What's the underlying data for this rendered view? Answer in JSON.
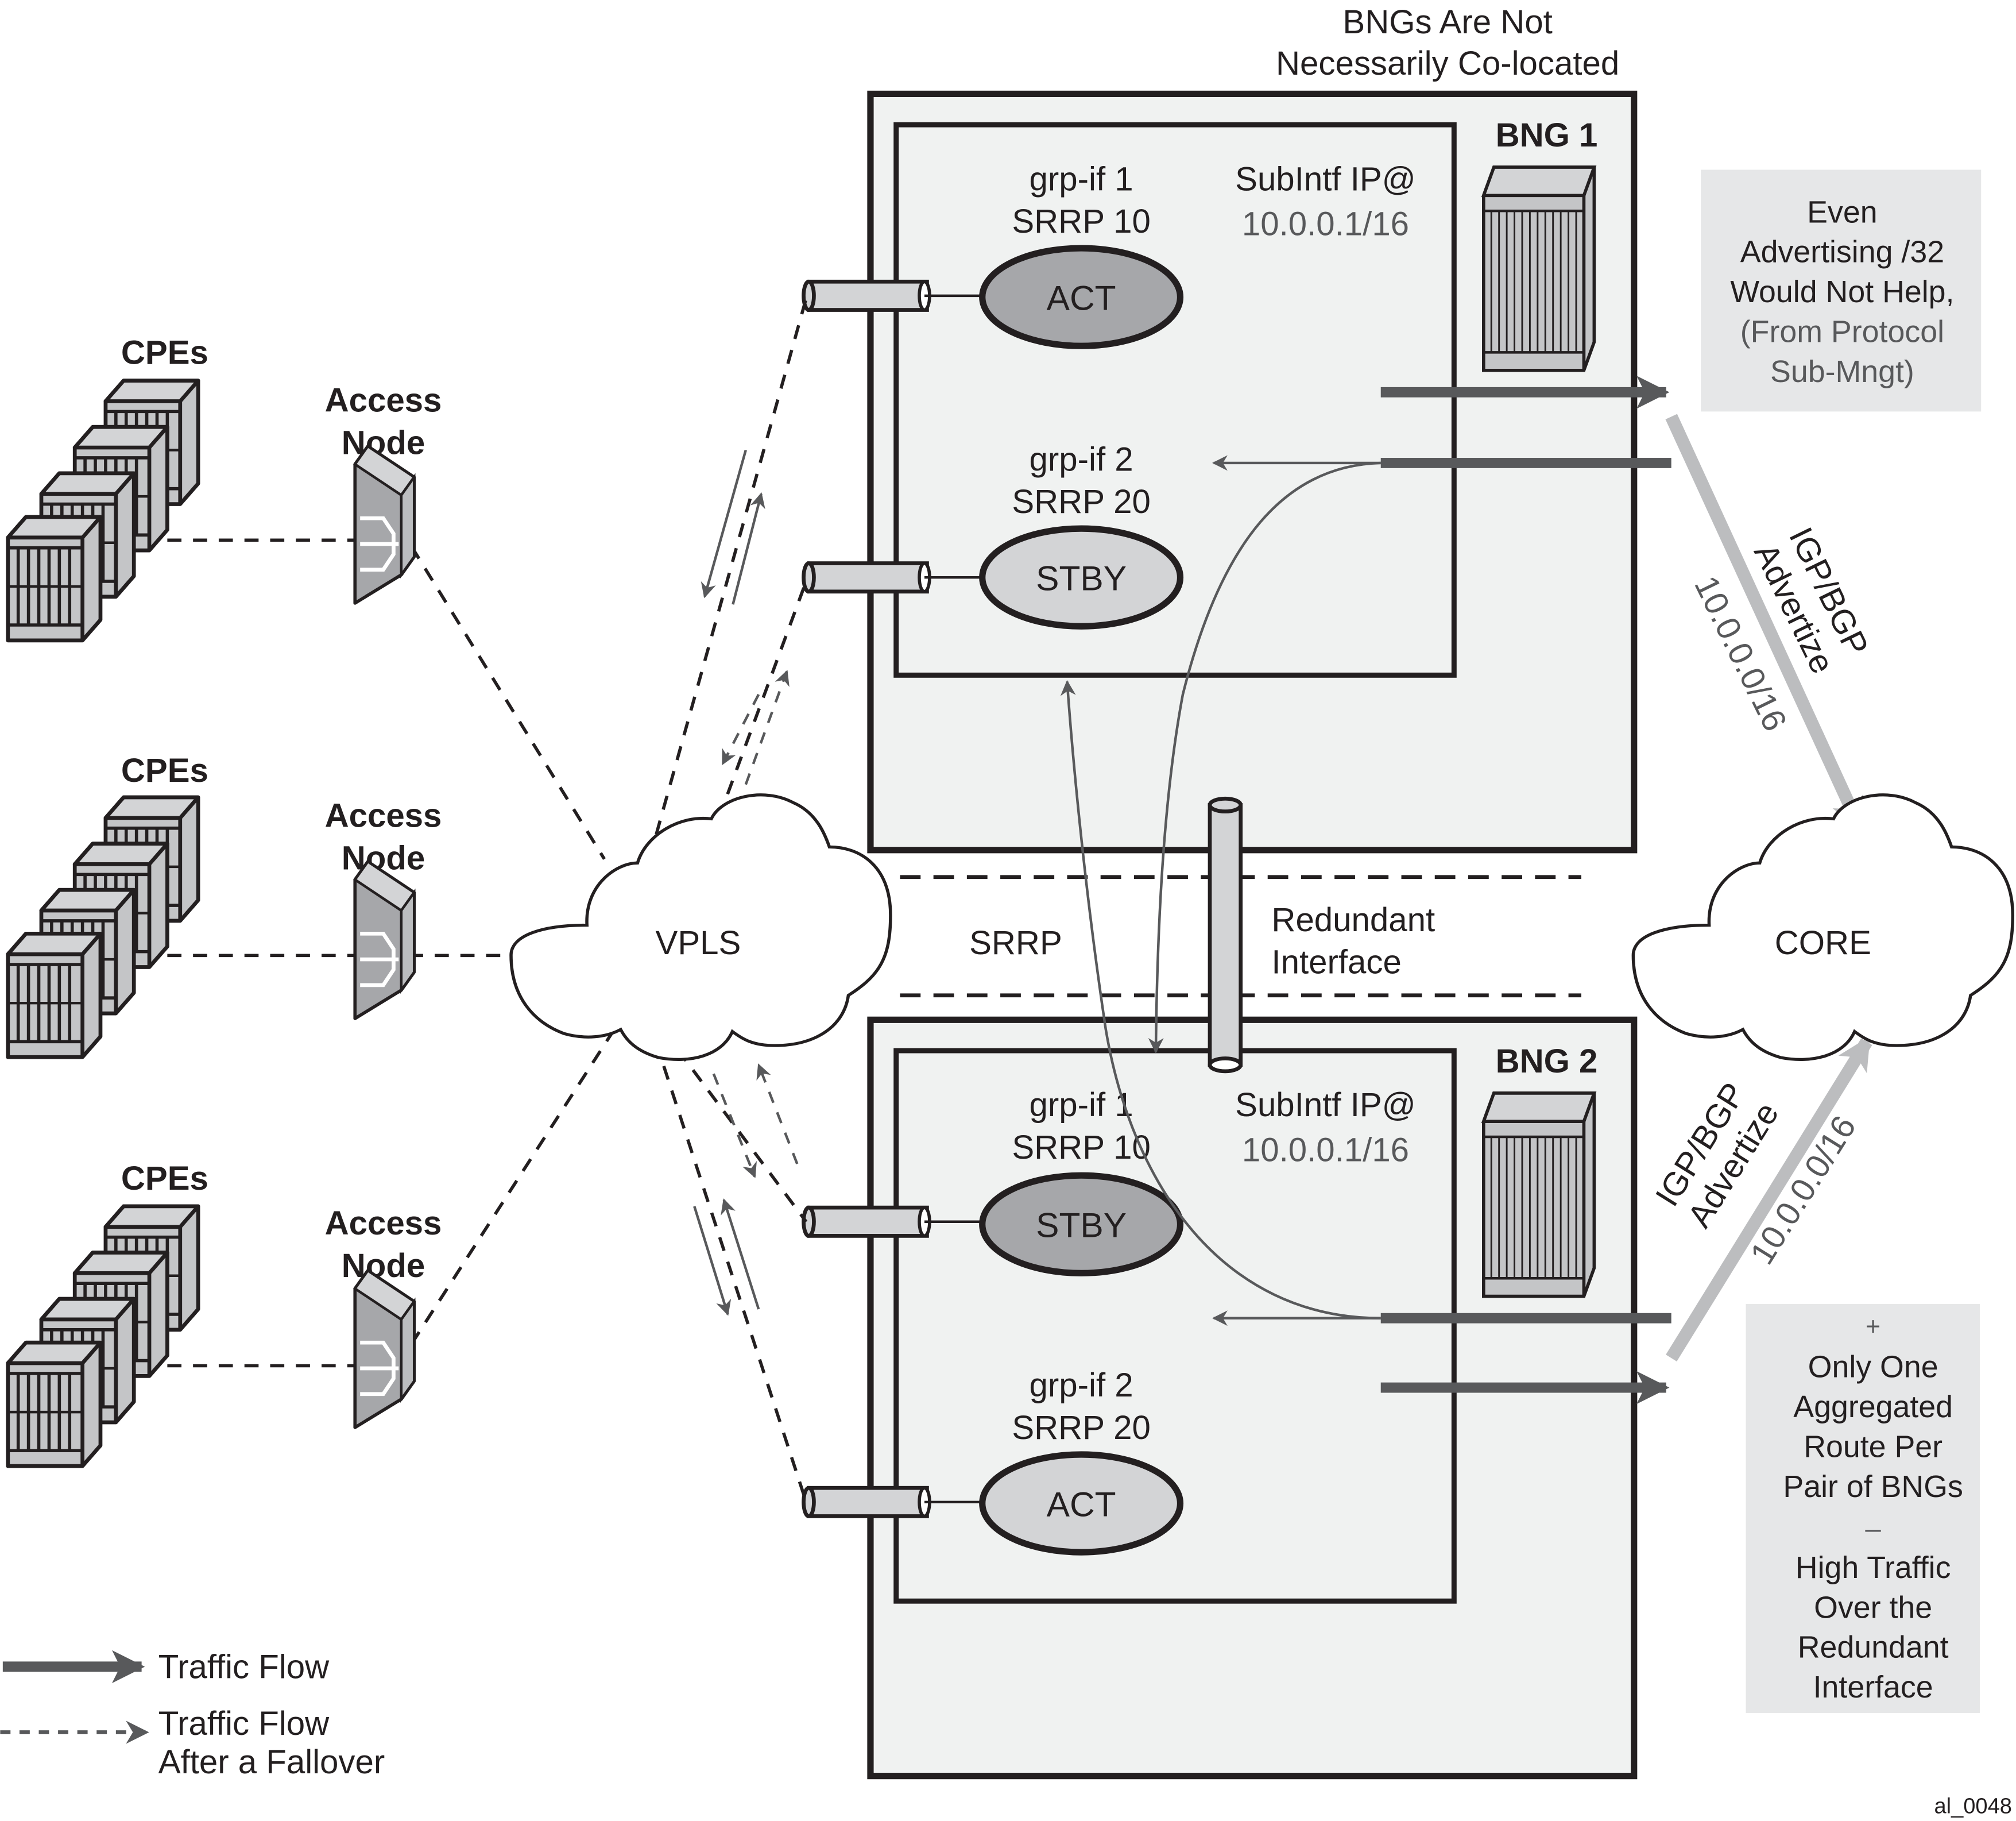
{
  "title_note": [
    "BNGs Are Not",
    "Necessarily Co-located"
  ],
  "figure_id": "al_0048",
  "colors": {
    "outline": "#231f20",
    "box_fill": "#f0f2f1",
    "device_fill": "#c4c5c7",
    "device_light": "#d3d4d6",
    "act_fill": "#a6a7aa",
    "stby_fill": "#d3d4d6",
    "traffic_arrow": "#58595b",
    "advertise_arrow": "#bcbdbf",
    "note_fill": "#e6e7e8",
    "gray_text": "#58595b"
  },
  "cpe_groups": [
    {
      "label": "CPEs",
      "access_node_label": [
        "Access",
        "Node"
      ]
    },
    {
      "label": "CPEs",
      "access_node_label": [
        "Access",
        "Node"
      ]
    },
    {
      "label": "CPEs",
      "access_node_label": [
        "Access",
        "Node"
      ]
    }
  ],
  "vpls": {
    "label": "VPLS"
  },
  "core": {
    "label": "CORE"
  },
  "srrp_label": "SRRP",
  "redundant_interface": [
    "Redundant",
    "Interface"
  ],
  "bng1": {
    "name": "BNG 1",
    "subintf_label": "SubIntf IP@",
    "subintf_ip": "10.0.0.1/16",
    "grp_if_1": {
      "name": "grp-if 1",
      "srrp": "SRRP 10",
      "state": "ACT"
    },
    "grp_if_2": {
      "name": "grp-if 2",
      "srrp": "SRRP 20",
      "state": "STBY"
    }
  },
  "bng2": {
    "name": "BNG 2",
    "subintf_label": "SubIntf IP@",
    "subintf_ip": "10.0.0.1/16",
    "grp_if_1": {
      "name": "grp-if 1",
      "srrp": "SRRP 10",
      "state": "STBY"
    },
    "grp_if_2": {
      "name": "grp-if 2",
      "srrp": "SRRP 20",
      "state": "ACT"
    }
  },
  "advertise_top": {
    "line1": "IGP/BGP",
    "line2": "Advertize",
    "prefix": "10.0.0.0/16"
  },
  "advertise_bottom": {
    "line1": "IGP/BGP",
    "line2": "Advertize",
    "prefix": "10.0.0.0/16"
  },
  "note_top": {
    "lines_dark": [
      "Even",
      "Advertising /32",
      "Would Not Help,"
    ],
    "lines_gray": [
      "(From Protocol",
      "Sub-Mngt)"
    ]
  },
  "note_bottom": {
    "plus": "+",
    "pros": [
      "Only One",
      "Aggregated",
      "Route Per",
      "Pair of BNGs"
    ],
    "minus": "–",
    "cons": [
      "High Traffic",
      "Over the",
      "Redundant",
      "Interface"
    ]
  },
  "legend": {
    "solid": "Traffic Flow",
    "dashed": [
      "Traffic Flow",
      "After a Fallover"
    ]
  }
}
